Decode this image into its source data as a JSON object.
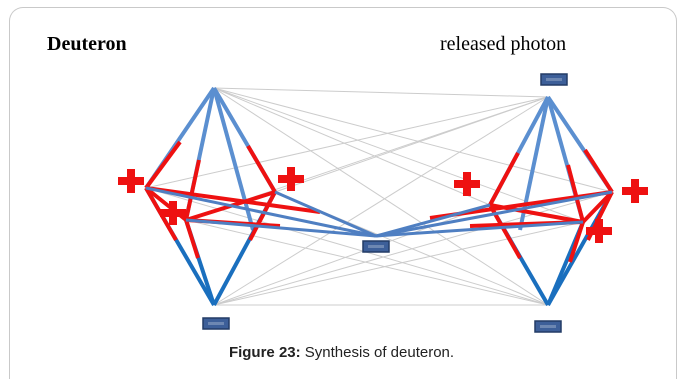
{
  "labels": {
    "left_title": "Deuteron",
    "right_title": "released photon"
  },
  "caption": {
    "label": "Figure 23:",
    "text": " Synthesis of deuteron."
  },
  "colors": {
    "red": "#ee1111",
    "blue_light": "#5b8fd0",
    "blue_dark": "#1a6fbe",
    "neg_fill": "#3d5f99",
    "neg_stroke": "#233c66",
    "grey": "#cccccc"
  }
}
